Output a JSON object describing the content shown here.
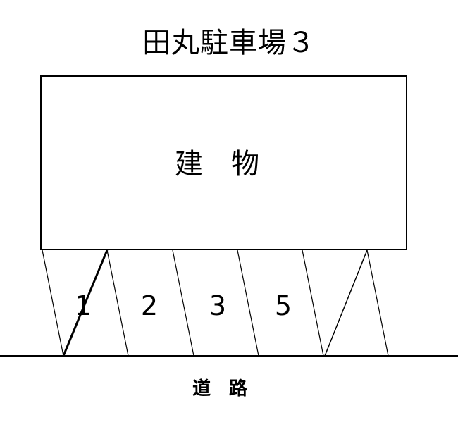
{
  "title": "田丸駐車場３",
  "building": {
    "label": "建　物"
  },
  "spaces": [
    {
      "label": "1"
    },
    {
      "label": "2"
    },
    {
      "label": "3"
    },
    {
      "label": "5"
    }
  ],
  "road": {
    "label": "道　路"
  },
  "colors": {
    "line": "#000000",
    "background": "#ffffff"
  }
}
